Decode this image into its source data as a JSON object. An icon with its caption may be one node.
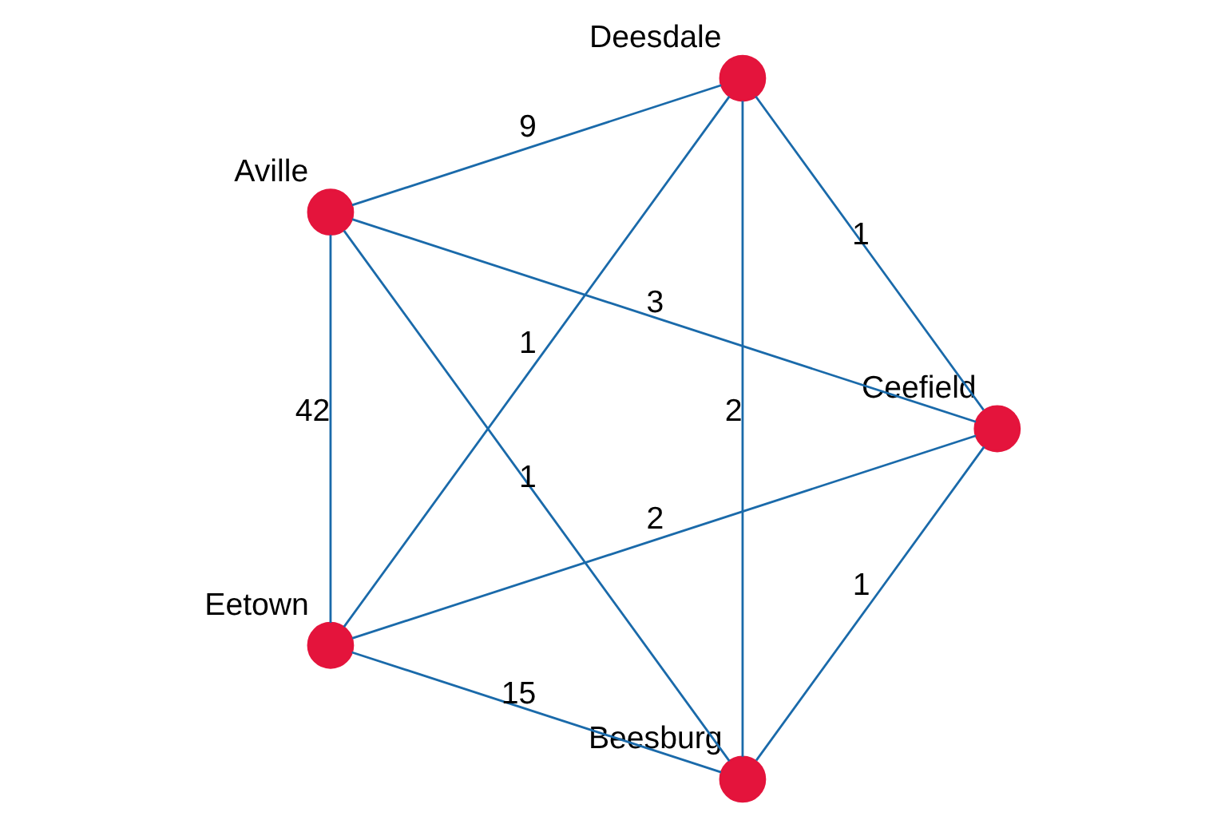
{
  "diagram": {
    "nodes": [
      {
        "text": [],
        "shape": "circle",
        "beside": [
          "Beesburg"
        ]
      },
      {
        "text": [],
        "shape": "circle",
        "beside": [
          "Ceefield"
        ]
      },
      {
        "text": [],
        "shape": "circle",
        "beside": [
          "Aville"
        ]
      },
      {
        "text": [],
        "shape": "circle",
        "beside": [
          "Deesdale"
        ]
      },
      {
        "text": [],
        "shape": "circle",
        "beside": [
          "Eetown"
        ]
      }
    ],
    "edges": [
      {
        "from": 0,
        "to": 1,
        "arrow": "none",
        "label": "1"
      },
      {
        "from": 2,
        "to": 0,
        "arrow": "none",
        "label": "1"
      },
      {
        "from": 2,
        "to": 1,
        "arrow": "none",
        "label": "3"
      },
      {
        "from": 0,
        "to": 3,
        "arrow": "none",
        "label": "2"
      },
      {
        "from": 1,
        "to": 3,
        "arrow": "none",
        "label": "1"
      },
      {
        "from": 2,
        "to": 3,
        "arrow": "none",
        "label": "9"
      },
      {
        "from": 0,
        "to": 4,
        "arrow": "none",
        "label": "15"
      },
      {
        "from": 1,
        "to": 4,
        "arrow": "none",
        "label": "2"
      },
      {
        "from": 2,
        "to": 4,
        "arrow": "none",
        "label": "42"
      },
      {
        "from": 3,
        "to": 4,
        "arrow": "none",
        "label": "1"
      }
    ]
  }
}
